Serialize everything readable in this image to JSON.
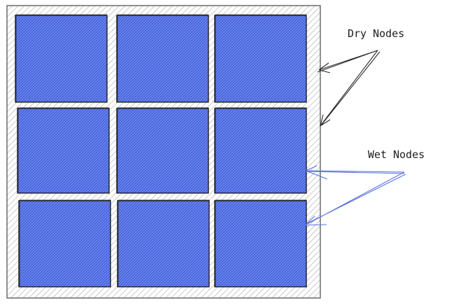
{
  "diagram": {
    "labels": {
      "dry": "Dry Nodes",
      "wet": "Wet Nodes"
    },
    "grid": {
      "rows": 3,
      "cols": 3
    },
    "colors": {
      "frame_hatch": "#9a9a9a",
      "cell_fill": "#5b78e6",
      "cell_hatch": "#3a55d6",
      "outline": "#1e1e1e",
      "dry_arrow": "#1e1e1e",
      "wet_arrow": "#4a63d8"
    }
  }
}
